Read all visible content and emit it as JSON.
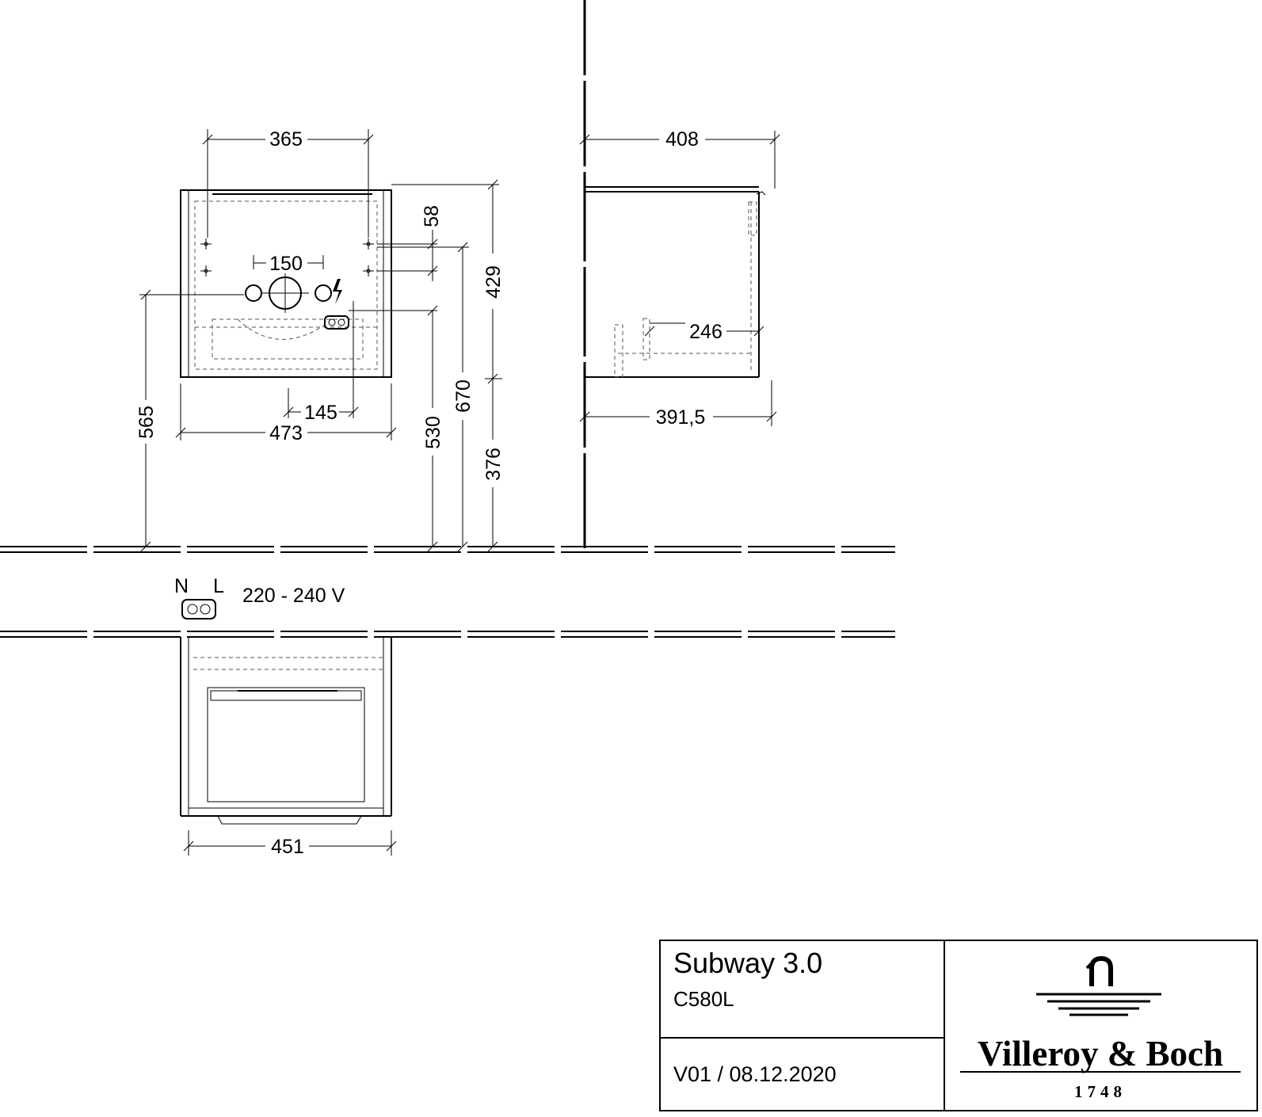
{
  "dimensions": {
    "front_top_width": "365",
    "front_top_offset": "58",
    "front_hole_spacing": "150",
    "front_height_total": "429",
    "front_socket_offset": "145",
    "front_width": "473",
    "front_left_height": "565",
    "front_floor_530": "530",
    "front_floor_670": "670",
    "front_floor_376": "376",
    "side_depth_top": "408",
    "side_inner_depth": "246",
    "side_depth_bottom": "391,5",
    "bottom_width": "451"
  },
  "electrical": {
    "neutral_label": "N",
    "live_label": "L",
    "voltage": "220 - 240 V"
  },
  "title_block": {
    "product": "Subway 3.0",
    "code": "C580L",
    "version": "V01 / 08.12.2020"
  },
  "brand": {
    "name": "Villeroy & Boch",
    "year": "1748"
  }
}
